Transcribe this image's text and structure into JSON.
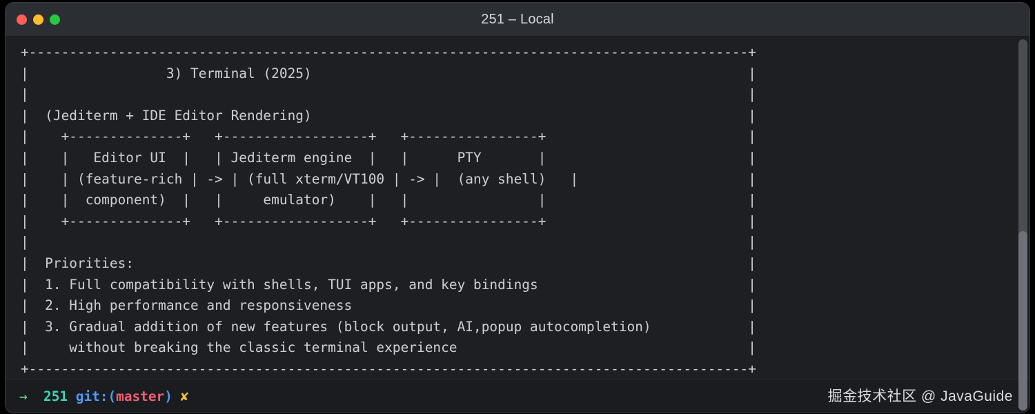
{
  "window": {
    "title": "251 – Local",
    "traffic_lights": [
      {
        "name": "close",
        "color": "#ff5f57"
      },
      {
        "name": "minimize",
        "color": "#febc2e"
      },
      {
        "name": "zoom",
        "color": "#28c840"
      }
    ]
  },
  "terminal": {
    "background": "#1d1f23",
    "foreground": "#c9ccd1",
    "output": "+---------------------------------------------------------------------------------------+\n|                  3) Terminal (2025)                                                   |\n|                                                                                       |\n|  (Jediterm + IDE Editor Rendering)                                                    |\n|    +--------------+    +------------------+    +----------------+                     |\n|    |  Editor UI   |    | Jediterm engine  |    |      PTY       |                     |\n|    | (feature-rich | -> | (full xterm/VT100 | -> |  (any shell)   |                   |\n|    |  component)  |    |     emulator)    |    |                |                     |\n|    +--------------+    +------------------+    +----------------+                     |\n|                                                                                       |\n|  Priorities:                                                                          |\n|  1. Full compatibility with shells, TUI apps, and key bindings                         |\n|  2. High performance and responsiveness                                                |\n|  3. Gradual addition of new features (block output, AI,popup autocompletion)            |\n|     without breaking the classic terminal experience                                   |\n+---------------------------------------------------------------------------------------+",
    "lines": [
      "+-----------------------------------------------------------------------------------------+",
      "|                 3) Terminal (2025)                                                      |",
      "|                                                                                         |",
      "|  (Jediterm + IDE Editor Rendering)                                                      |",
      "|    +--------------+   +------------------+   +----------------+                         |",
      "|    |   Editor UI  |   | Jediterm engine  |   |      PTY       |                         |",
      "|    | (feature-rich | -> | (full xterm/VT100 | -> |  (any shell)   |                     |",
      "|    |  component)  |   |     emulator)    |   |                |                         |",
      "|    +--------------+   +------------------+   +----------------+                         |",
      "|                                                                                         |",
      "|  Priorities:                                                                            |",
      "|  1. Full compatibility with shells, TUI apps, and key bindings                          |",
      "|  2. High performance and responsiveness                                                 |",
      "|  3. Gradual addition of new features (block output, AI,popup autocompletion)            |",
      "|     without breaking the classic terminal experience                                    |",
      "+-----------------------------------------------------------------------------------------+"
    ],
    "content_blocks": {
      "heading": "3) Terminal (2025)",
      "subheading": "(Jediterm + IDE Editor Rendering)",
      "pipeline": [
        {
          "title": "Editor UI",
          "line2": "(feature-rich",
          "line3": "component)"
        },
        {
          "title": "Jediterm engine",
          "line2": "(full xterm/VT100",
          "line3": "emulator)"
        },
        {
          "title": "PTY",
          "line2": "(any shell)",
          "line3": ""
        }
      ],
      "arrow": "->",
      "priorities_label": "Priorities:",
      "priorities": [
        "1. Full compatibility with shells, TUI apps, and key bindings",
        "2. High performance and responsiveness",
        "3. Gradual addition of new features (block output, AI,popup autocompletion)",
        "   without breaking the classic terminal experience"
      ]
    }
  },
  "prompt": {
    "arrow": "→",
    "arrow_color": "#5af78e",
    "number": "251",
    "number_color": "#3ad8b4",
    "git_open": "git:(",
    "git_color": "#4d9cf6",
    "branch": "master",
    "branch_color": "#f05e6e",
    "git_close": ")",
    "status_mark": "✘",
    "status_color": "#f3c13a",
    "space": " "
  },
  "watermark": {
    "text": "掘金技术社区 @ JavaGuide"
  },
  "scrollbar": {
    "track_color": "#4a4d52",
    "thumb_color": "#6e7278"
  }
}
